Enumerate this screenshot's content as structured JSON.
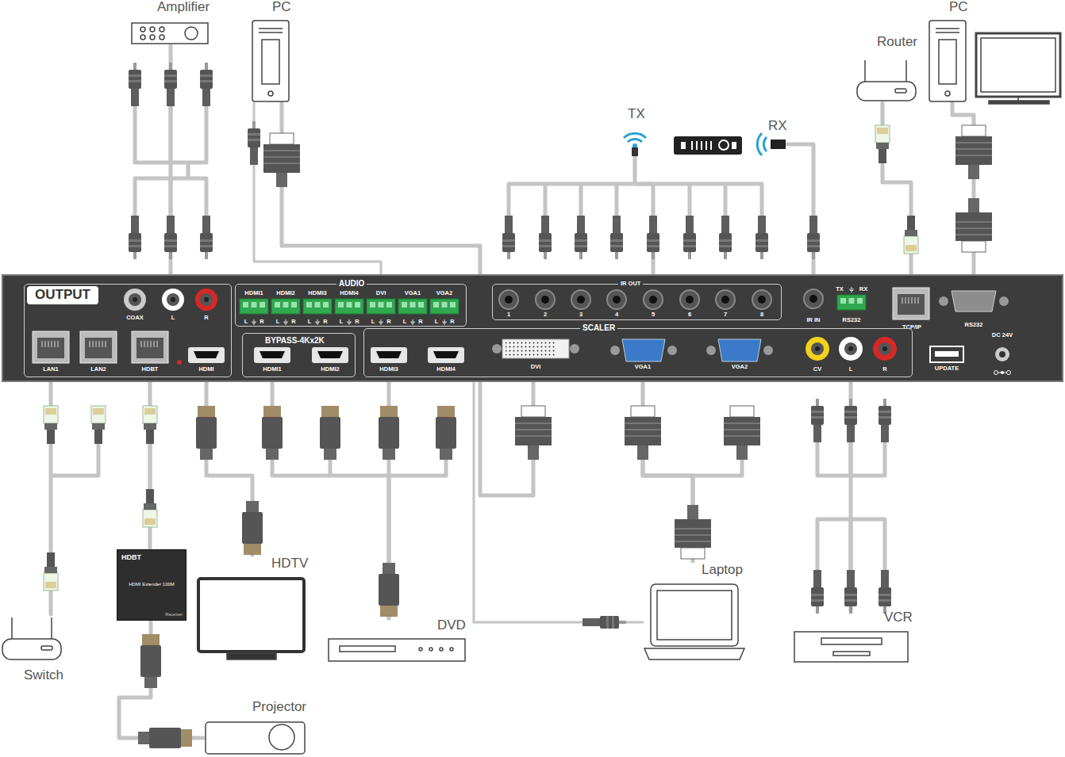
{
  "diagram": {
    "nodes": [
      {
        "text": [
          "Amplifier"
        ]
      },
      {
        "text": [
          "PC"
        ]
      },
      {
        "text": [
          "TX"
        ]
      },
      {
        "text": [
          "RX"
        ]
      },
      {
        "text": [
          "Router"
        ]
      },
      {
        "text": [
          "PC"
        ]
      },
      {
        "text": [
          "OUTPUT"
        ]
      },
      {
        "text": [
          "AUDIO"
        ]
      },
      {
        "text": [
          "IR OUT"
        ]
      },
      {
        "text": [
          "IR IN"
        ]
      },
      {
        "text": [
          "TCP/IP"
        ]
      },
      {
        "text": [
          "RS232"
        ]
      },
      {
        "text": [
          "BYPASS-4Kx2K"
        ]
      },
      {
        "text": [
          "SCALER"
        ]
      },
      {
        "text": [
          "Switch"
        ]
      },
      {
        "text": [
          "HDBT",
          "HDMI Extender 100M",
          "Receiver"
        ]
      },
      {
        "text": [
          "HDTV"
        ]
      },
      {
        "text": [
          "DVD"
        ]
      },
      {
        "text": [
          "Laptop"
        ]
      },
      {
        "text": [
          "VCR"
        ]
      },
      {
        "text": [
          "Projector"
        ]
      }
    ],
    "edges": [
      {
        "from": 0,
        "to": 6,
        "arrow": "none"
      },
      {
        "from": 1,
        "to": 7,
        "arrow": "none"
      },
      {
        "from": 1,
        "to": 13,
        "arrow": "none"
      },
      {
        "from": 2,
        "to": 8,
        "arrow": "none"
      },
      {
        "from": 3,
        "to": 9,
        "arrow": "none"
      },
      {
        "from": 4,
        "to": 10,
        "arrow": "none"
      },
      {
        "from": 5,
        "to": 11,
        "arrow": "none"
      },
      {
        "from": 14,
        "to": 6,
        "arrow": "none"
      },
      {
        "from": 15,
        "to": 6,
        "arrow": "none"
      },
      {
        "from": 16,
        "to": 6,
        "arrow": "none"
      },
      {
        "from": 17,
        "to": 12,
        "arrow": "none"
      },
      {
        "from": 17,
        "to": 13,
        "arrow": "none"
      },
      {
        "from": 18,
        "to": 7,
        "arrow": "none"
      },
      {
        "from": 18,
        "to": 13,
        "arrow": "none"
      },
      {
        "from": 19,
        "to": 13,
        "arrow": "none"
      },
      {
        "from": 20,
        "to": 15,
        "arrow": "none"
      }
    ],
    "labels": [
      "COAX",
      "L",
      "R",
      "LAN1",
      "LAN2",
      "HDBT",
      "HDMI",
      "HDMI1",
      "L",
      "R",
      "HDMI2",
      "L",
      "R",
      "HDMI3",
      "L",
      "R",
      "HDMI4",
      "L",
      "R",
      "DVI",
      "L",
      "R",
      "VGA1",
      "L",
      "R",
      "VGA2",
      "L",
      "R",
      "HDMI1",
      "HDMI2",
      "HDMI3",
      "HDMI4",
      "DVI",
      "VGA1",
      "VGA2",
      "CV",
      "L",
      "R",
      "1",
      "2",
      "3",
      "4",
      "5",
      "6",
      "7",
      "8",
      "TX",
      "RX",
      "RS232",
      "UPDATE",
      "DC 24V"
    ]
  }
}
